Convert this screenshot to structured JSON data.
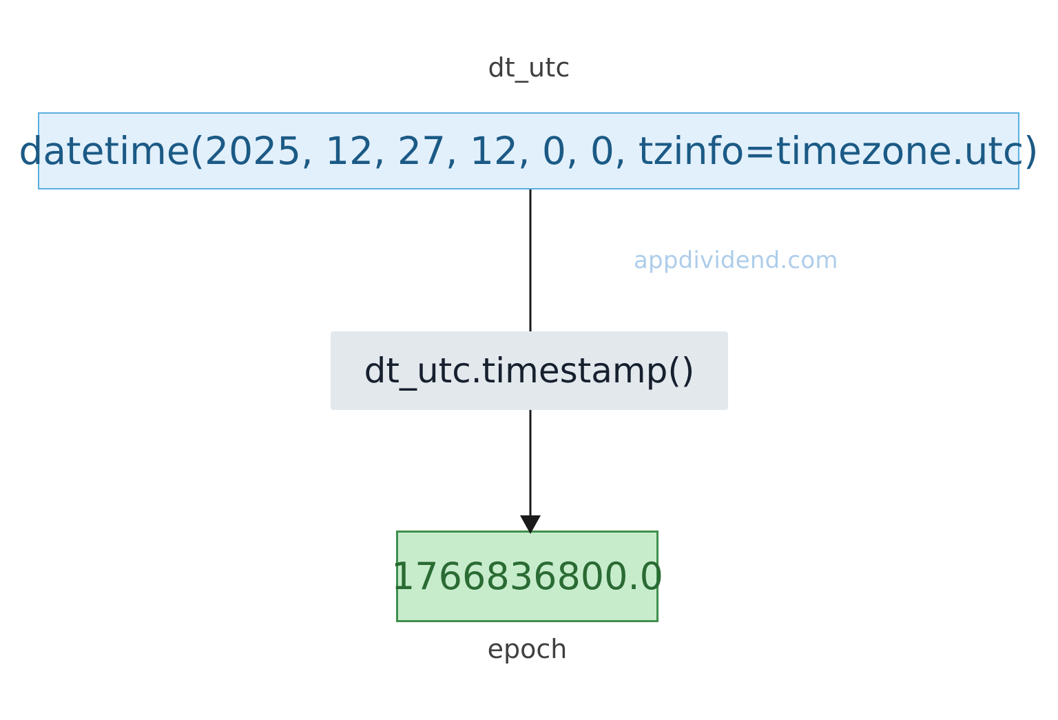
{
  "diagram": {
    "type": "flowchart",
    "orientation": "top-to-bottom",
    "background_color": "#ffffff",
    "top_caption": "dt_utc",
    "bottom_caption": "epoch",
    "watermark": "appdividend.com",
    "nodes": [
      {
        "id": "source",
        "label": "datetime(2025, 12, 27, 12, 0, 0, tzinfo=timezone.utc)",
        "shape": "rectangle",
        "fill": "#e2f0fc",
        "border": "#5aaee0",
        "text_color": "#1b5a85"
      },
      {
        "id": "operation",
        "label": "dt_utc.timestamp()",
        "shape": "rounded-rectangle",
        "fill": "#e2e8ec",
        "border": "none",
        "text_color": "#16202e"
      },
      {
        "id": "result",
        "label": "1766836800.0",
        "shape": "rectangle",
        "fill": "#c7eccc",
        "border": "#3f8f4c",
        "text_color": "#2a6b33"
      }
    ],
    "edges": [
      {
        "from": "source",
        "to": "operation",
        "arrowhead": false,
        "color": "#1a1a1a"
      },
      {
        "from": "operation",
        "to": "result",
        "arrowhead": true,
        "color": "#1a1a1a"
      }
    ],
    "colors": {
      "watermark": "#aecdea",
      "caption": "#3f3f3f",
      "connector": "#1a1a1a"
    }
  }
}
